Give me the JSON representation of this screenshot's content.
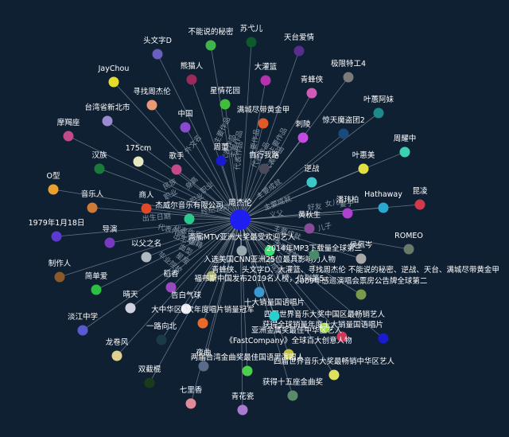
{
  "center": {
    "label": "周杰伦",
    "color": "#1e1ef2"
  },
  "nodes": [
    {
      "label": "头文字D",
      "color": "#6a5fbf"
    },
    {
      "label": "不能说的秘密",
      "color": "#3fb44a"
    },
    {
      "label": "苏弋儿",
      "color": "#0e5a2c"
    },
    {
      "label": "天台爱情",
      "color": "#5a2d8c"
    },
    {
      "label": "熊猫人",
      "color": "#9a2a5c"
    },
    {
      "label": "大灌篮",
      "color": "#b432b0"
    },
    {
      "label": "极限特工4",
      "color": "#7b7b7b"
    },
    {
      "label": "JayChou",
      "color": "#e6dc2a"
    },
    {
      "label": "青蜂侠",
      "color": "#d05ab4"
    },
    {
      "label": "寻找周杰伦",
      "color": "#e89a74"
    },
    {
      "label": "星情花园",
      "color": "#3fbf3a"
    },
    {
      "label": "叶蕙阿妹",
      "color": "#1e8a8a"
    },
    {
      "label": "台湾省新北市",
      "color": "#9a8ad0"
    },
    {
      "label": "满城尽带黄金甲",
      "color": "#e05a28"
    },
    {
      "label": "中国",
      "color": "#8a4ad0"
    },
    {
      "label": "惊天魔盗团2",
      "color": "#1a4a7a"
    },
    {
      "label": "摩羯座",
      "color": "#c04a8a"
    },
    {
      "label": "刺陵",
      "color": "#c44ae0"
    },
    {
      "label": "周耀中",
      "color": "#3ad0b0"
    },
    {
      "label": "汉族",
      "color": "#1a7a3a"
    },
    {
      "label": "175cm",
      "color": "#e8e8c0"
    },
    {
      "label": "周董",
      "color": "#1a1ad0"
    },
    {
      "label": "自行我路",
      "color": "#4a4a5a"
    },
    {
      "label": "叶惠美",
      "color": "#e0e040"
    },
    {
      "label": "歌手",
      "color": "#c44a8a"
    },
    {
      "label": "逆战",
      "color": "#3ac8c8"
    },
    {
      "label": "O型",
      "color": "#e8a030"
    },
    {
      "label": "Hathaway",
      "color": "#2aa8d0"
    },
    {
      "label": "昆凌",
      "color": "#d03a4a"
    },
    {
      "label": "音乐人",
      "color": "#d07a3a"
    },
    {
      "label": "商人",
      "color": "#e04a2a"
    },
    {
      "label": "潘玮柏",
      "color": "#b040d0"
    },
    {
      "label": "杰威尔音乐有限公司",
      "color": "#2ac88a"
    },
    {
      "label": "黄秋生",
      "color": "#8a4a9a"
    },
    {
      "label": "1979年1月18日",
      "color": "#5a3ad0"
    },
    {
      "label": "导演",
      "color": "#7a3ac0"
    },
    {
      "label": "两届MTV亚洲大奖最受欢迎艺人",
      "color": "#9aa8b0"
    },
    {
      "label": "ROMEO",
      "color": "#6a7a6a"
    },
    {
      "label": "以父之名",
      "color": "#b0b8c0"
    },
    {
      "label": "侯佩岑",
      "color": "#a8a8a8"
    },
    {
      "label": "制作人",
      "color": "#8a5a2a"
    },
    {
      "label": "入选美国CNN亚洲25位最具影响力人物",
      "color": "#3ae070"
    },
    {
      "label": "2014年MP3下载量全球第三",
      "color": "#4a8a6a"
    },
    {
      "label": "简单爱",
      "color": "#2ac040"
    },
    {
      "label": "稻香",
      "color": "#9a4ac0"
    },
    {
      "label": "青蜂侠、头文字D、大灌篮、寻找周杰伦 不能说的秘密、逆战、天台、满城尽带黄金甲",
      "color": "#a8b070"
    },
    {
      "label": "2009年感巡演唱会票房公告牌全球第二",
      "color": "#7a9a4a"
    },
    {
      "label": "晴天",
      "color": "#d0d0e0"
    },
    {
      "label": "告白气球",
      "color": "#e8e8f0"
    },
    {
      "label": "福布斯中国发布2019名人榜，位列第5",
      "color": "#3a9ad0"
    },
    {
      "label": "淡江中学",
      "color": "#5a5ad0"
    },
    {
      "label": "大中华区6次年度唱片销量冠军",
      "color": "#e86a2a"
    },
    {
      "label": "一路向北",
      "color": "#1a3a4a"
    },
    {
      "label": "四届世界音乐大奖中国区最畅销艺人",
      "color": "#a0e040"
    },
    {
      "label": "获得全球销量年度十大销量国语唱片",
      "color": "#1a1ad0"
    },
    {
      "label": "亚洲金属奖最佳中华区艺人",
      "color": "#d03a5a"
    },
    {
      "label": "龙卷风",
      "color": "#e0d090"
    },
    {
      "label": "夜曲",
      "color": "#5a6a8a"
    },
    {
      "label": "《FastCompany》全球百大创意人物",
      "color": "#c0c040"
    },
    {
      "label": "两届台湾金曲奖最佳国语男演唱人",
      "color": "#4ad04a"
    },
    {
      "label": "四届世界音乐大奖最畅销中华区艺人",
      "color": "#e0e060"
    },
    {
      "label": "双截棍",
      "color": "#1a3a1a"
    },
    {
      "label": "七里香",
      "color": "#e08a9a"
    },
    {
      "label": "获得十五座金曲奖",
      "color": "#5a8a6a"
    },
    {
      "label": "青花瓷",
      "color": "#a87ad0"
    },
    {
      "label": "十大销量国语唱片",
      "color": "#2ad0d0"
    }
  ],
  "edge_labels": [
    "主要作品",
    "主要作品",
    "主要作品",
    "主要作品",
    "代表作品",
    "代表作品",
    "代表作品",
    "代表作品",
    "外文名",
    "民族",
    "身高",
    "职业",
    "职业",
    "职业",
    "经纪公司",
    "出生日期",
    "代表作品",
    "代表作品",
    "主要成就",
    "主要成就",
    "主要成就",
    "主要成就",
    "主要成就",
    "好友",
    "女儿",
    "妻子",
    "义父",
    "儿子",
    "毕业院校",
    "星座",
    "出生地",
    "国籍",
    "血型"
  ]
}
